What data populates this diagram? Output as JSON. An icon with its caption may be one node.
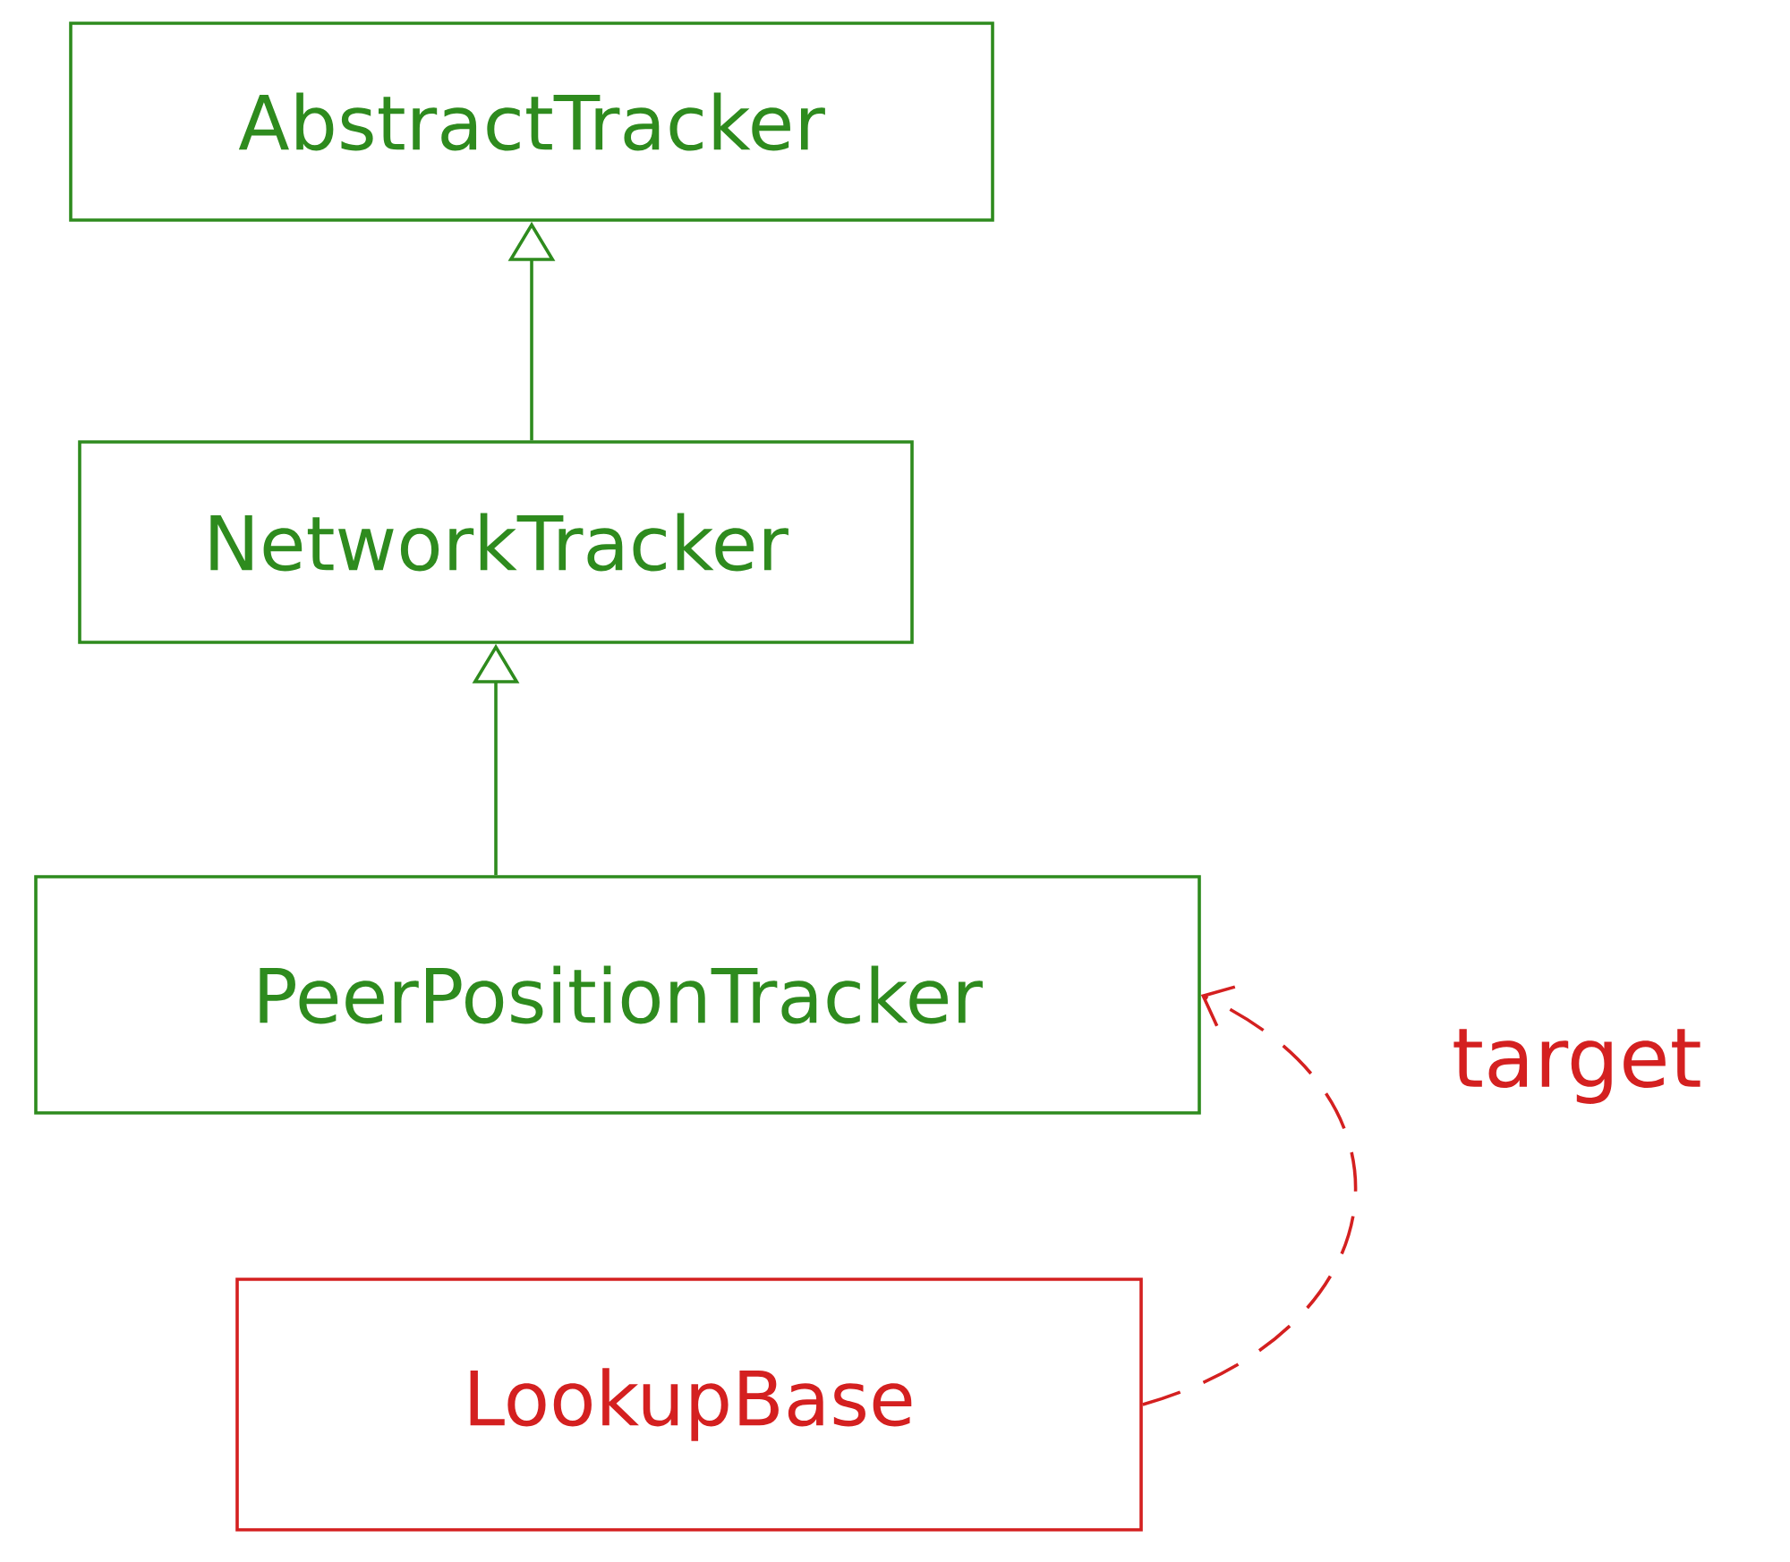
{
  "diagram": {
    "nodes": [
      {
        "text": [
          "AbstractTracker"
        ]
      },
      {
        "text": [
          "NetworkTracker"
        ]
      },
      {
        "text": [
          "PeerPositionTracker"
        ]
      },
      {
        "text": [
          "LookupBase"
        ]
      }
    ],
    "edges": [
      {
        "from": 1,
        "to": 0,
        "arrow": "to"
      },
      {
        "from": 2,
        "to": 1,
        "arrow": "to"
      },
      {
        "from": 3,
        "to": 2,
        "arrow": "to",
        "label": "target",
        "style": "dashed",
        "color": "#d42020"
      }
    ]
  }
}
